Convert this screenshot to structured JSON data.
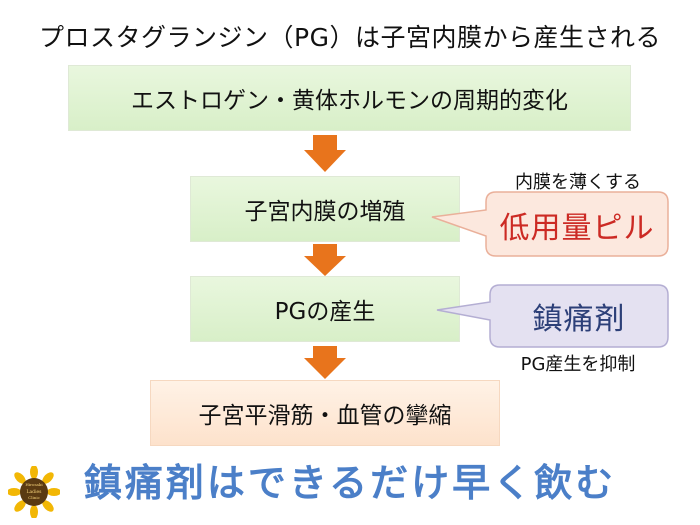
{
  "title": "プロスタグランジン（PG）は子宮内膜から産生される",
  "flow": {
    "step1": "エストロゲン・黄体ホルモンの周期的変化",
    "step2": "子宮内膜の増殖",
    "step3": "PGの産生",
    "step4": "子宮平滑筋・血管の攣縮"
  },
  "callouts": {
    "pill": {
      "label": "低用量ピル",
      "note": "内膜を薄くする"
    },
    "painkiller": {
      "label": "鎮痛剤",
      "note": "PG産生を抑制"
    }
  },
  "message": "鎮痛剤はできるだけ早く飲む",
  "logo": {
    "line1": "Hirosaki",
    "line2": "Ladies",
    "line3": "Clinic"
  },
  "colors": {
    "arrow": "#e8741c",
    "step_box": "#e1f3d3",
    "final_box": "#fde7d6",
    "pill_text": "#cc2a24",
    "painkiller_text": "#2c3f78",
    "message": "#4b7fc8"
  }
}
